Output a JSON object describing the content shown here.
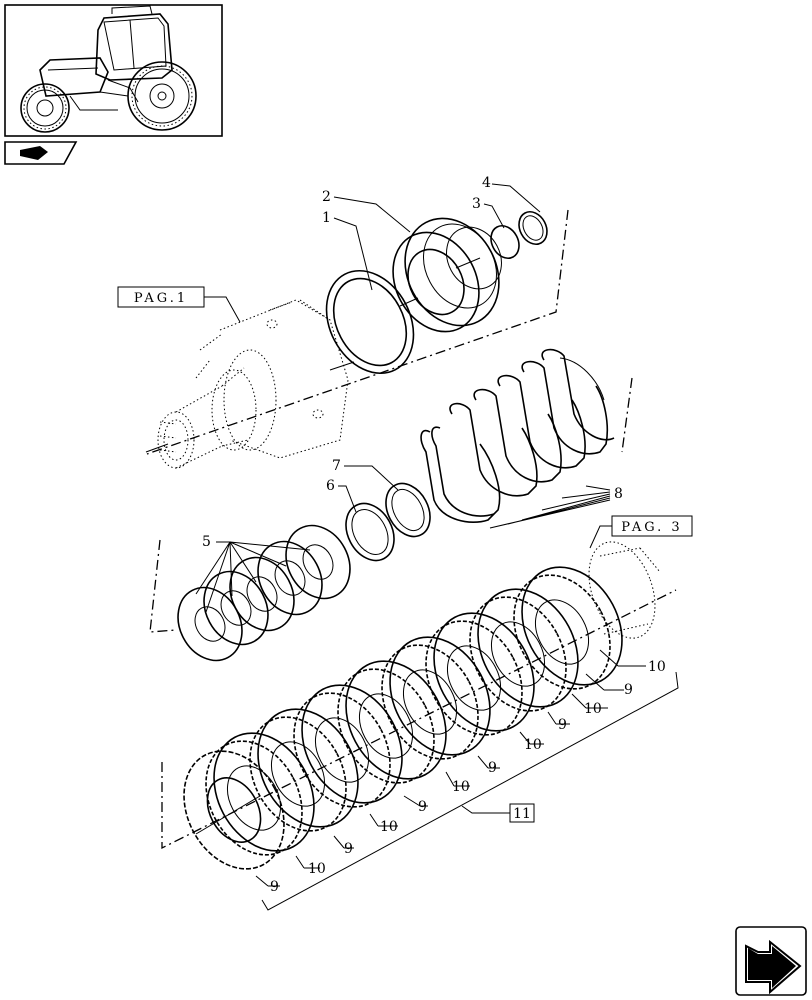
{
  "callouts": {
    "c1": "1",
    "c2": "2",
    "c3": "3",
    "c4": "4",
    "c5": "5",
    "c6": "6",
    "c7": "7",
    "c8": "8",
    "c11": "11",
    "nine": "9",
    "ten": "10"
  },
  "refs": {
    "pag1": "PAG.1",
    "pag3": "PAG. 3"
  },
  "icons": {
    "thumbnail": "tractor-thumbnail-icon",
    "section": "section-marker-icon",
    "nav": "next-page-arrow-icon"
  }
}
